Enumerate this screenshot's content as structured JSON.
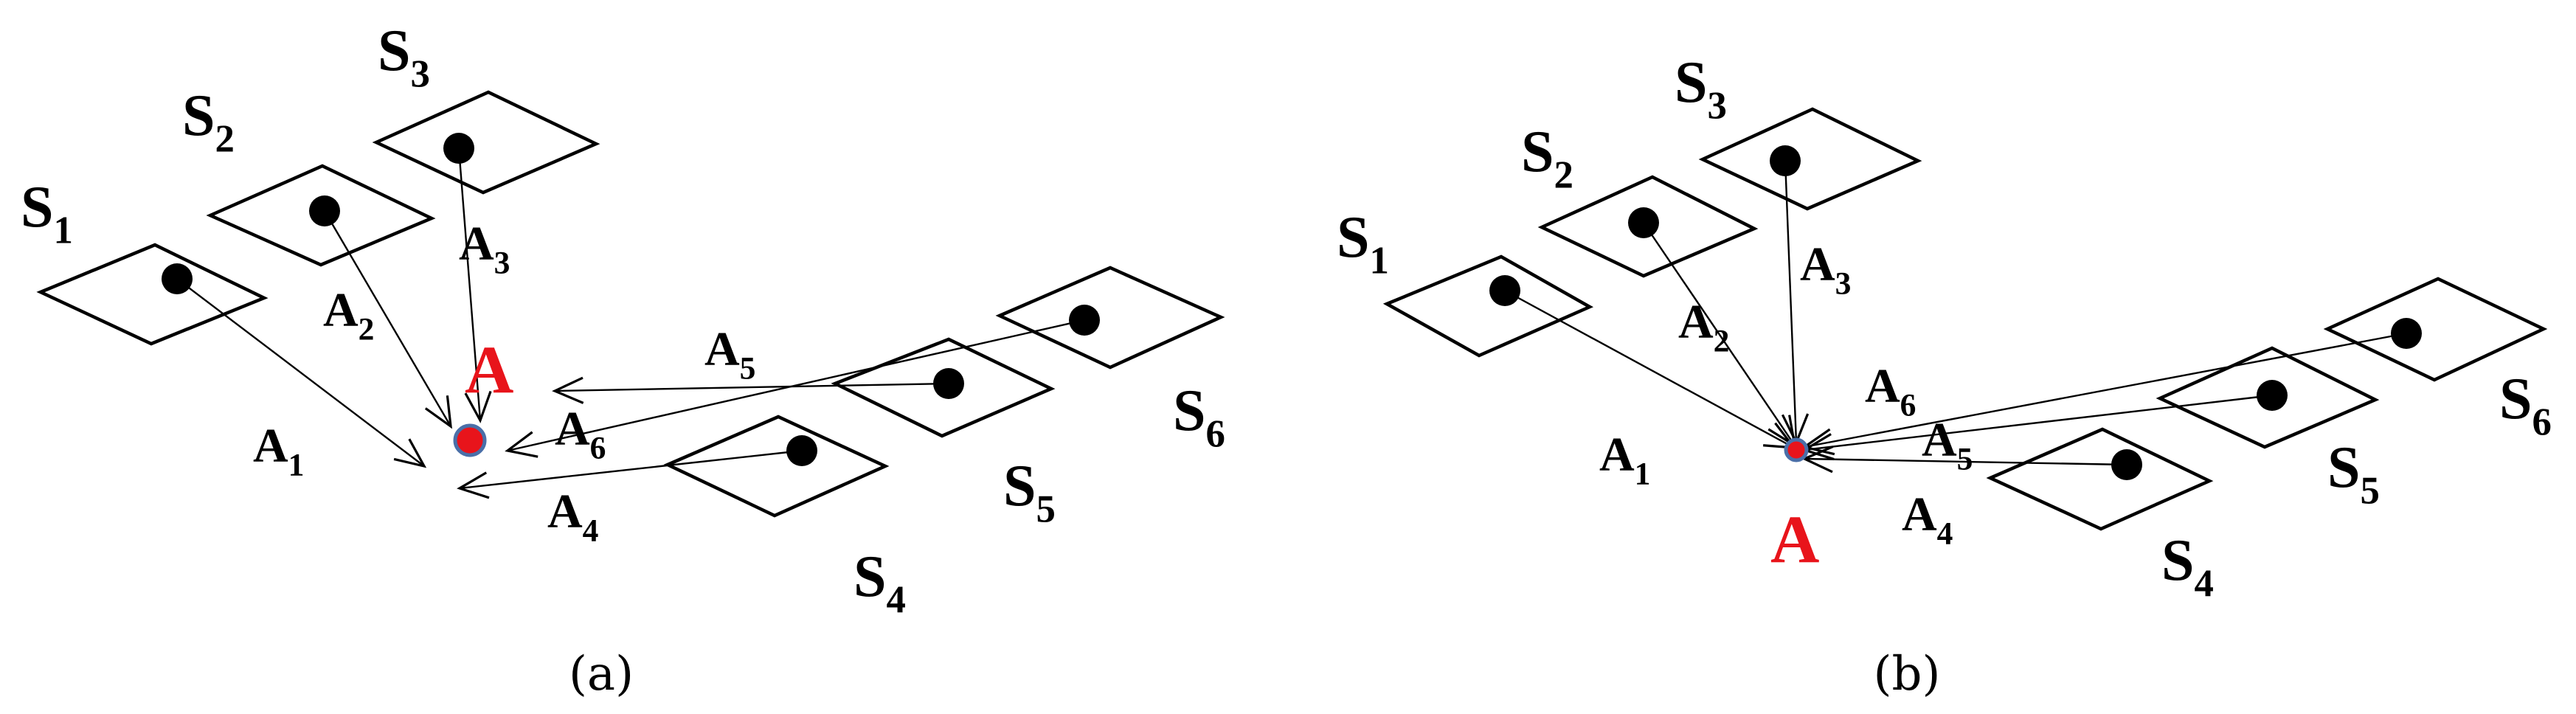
{
  "panels": [
    {
      "caption": "(a)",
      "center_label": "A",
      "sensors": [
        {
          "id": "S1",
          "name": "S",
          "sub": "1"
        },
        {
          "id": "S2",
          "name": "S",
          "sub": "2"
        },
        {
          "id": "S3",
          "name": "S",
          "sub": "3"
        },
        {
          "id": "S4",
          "name": "S",
          "sub": "4"
        },
        {
          "id": "S5",
          "name": "S",
          "sub": "5"
        },
        {
          "id": "S6",
          "name": "S",
          "sub": "6"
        }
      ],
      "vectors": [
        {
          "id": "A1",
          "name": "A",
          "sub": "1"
        },
        {
          "id": "A2",
          "name": "A",
          "sub": "2"
        },
        {
          "id": "A3",
          "name": "A",
          "sub": "3"
        },
        {
          "id": "A4",
          "name": "A",
          "sub": "4"
        },
        {
          "id": "A5",
          "name": "A",
          "sub": "5"
        },
        {
          "id": "A6",
          "name": "A",
          "sub": "6"
        }
      ]
    },
    {
      "caption": "(b)",
      "center_label": "A",
      "sensors": [
        {
          "id": "S1",
          "name": "S",
          "sub": "1"
        },
        {
          "id": "S2",
          "name": "S",
          "sub": "2"
        },
        {
          "id": "S3",
          "name": "S",
          "sub": "3"
        },
        {
          "id": "S4",
          "name": "S",
          "sub": "4"
        },
        {
          "id": "S5",
          "name": "S",
          "sub": "5"
        },
        {
          "id": "S6",
          "name": "S",
          "sub": "6"
        }
      ],
      "vectors": [
        {
          "id": "A1",
          "name": "A",
          "sub": "1"
        },
        {
          "id": "A2",
          "name": "A",
          "sub": "2"
        },
        {
          "id": "A3",
          "name": "A",
          "sub": "3"
        },
        {
          "id": "A4",
          "name": "A",
          "sub": "4"
        },
        {
          "id": "A5",
          "name": "A",
          "sub": "5"
        },
        {
          "id": "A6",
          "name": "A",
          "sub": "6"
        }
      ]
    }
  ],
  "colors": {
    "line": "#000000",
    "center_fill": "#e8141b",
    "center_stroke": "#4a6fa8",
    "center_label": "#e8141b"
  }
}
